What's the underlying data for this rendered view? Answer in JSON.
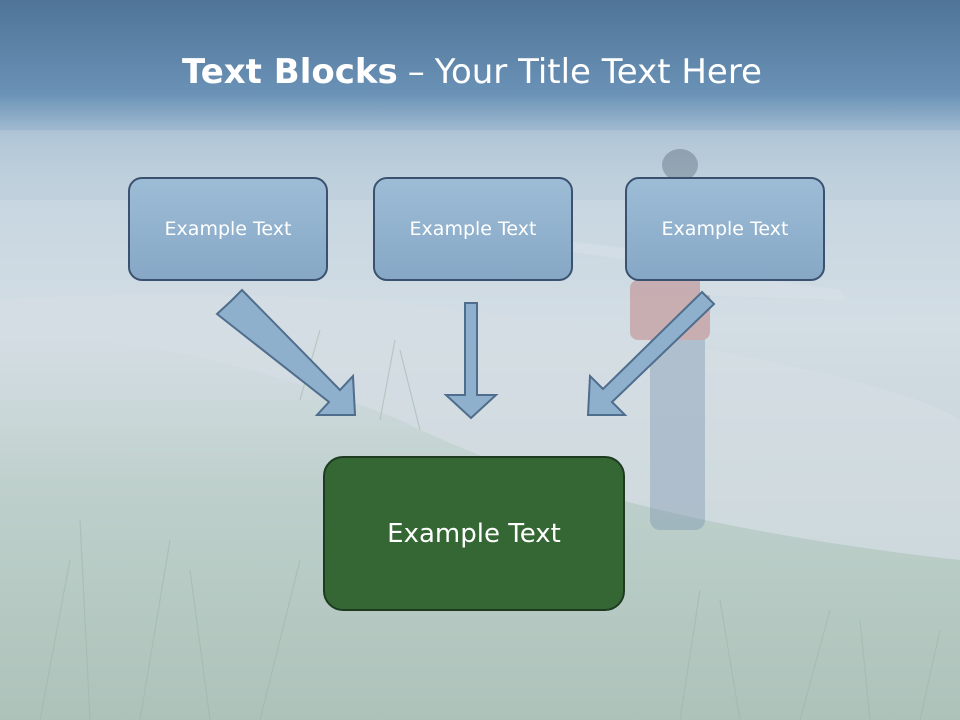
{
  "title": {
    "bold": "Text Blocks",
    "separator": "–",
    "rest": "Your Title Text Here"
  },
  "boxes": [
    {
      "label": "Example Text"
    },
    {
      "label": "Example Text"
    },
    {
      "label": "Example Text"
    }
  ],
  "target": {
    "label": "Example Text"
  },
  "colors": {
    "header": "#5f87ac",
    "box_fill": "#8fb0cc",
    "box_border": "#3a5270",
    "target_fill": "#346733",
    "arrow_fill": "#8fb0cc"
  }
}
